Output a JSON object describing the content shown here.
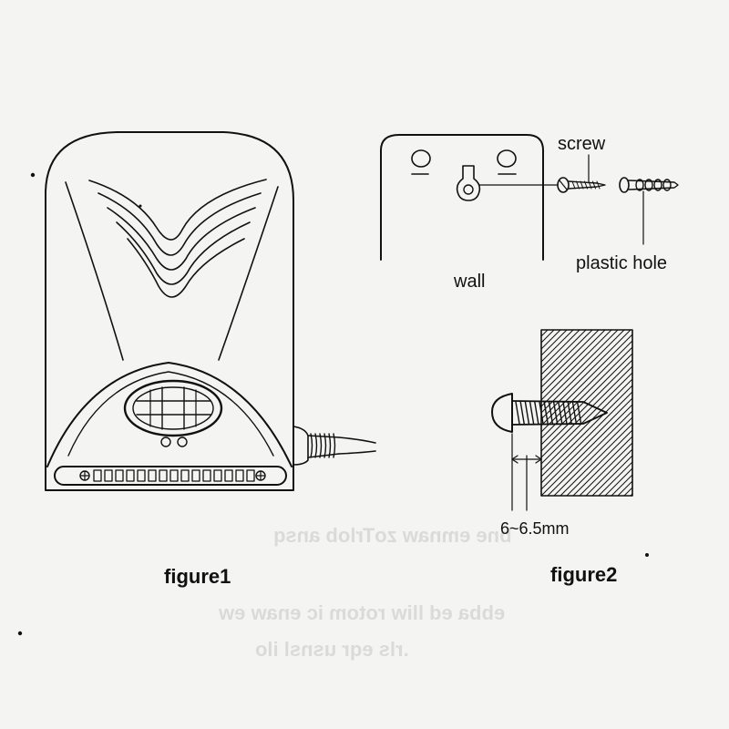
{
  "labels": {
    "screw": "screw",
    "plastic_hole": "plastic hole",
    "wall": "wall",
    "dimension": "6~6.5mm",
    "figure1": "figure1",
    "figure2": "figure2"
  },
  "bleed_lines": [
    "bne emnaw zoTrlob ansq",
    "ebba ed lliw rotom ic enaw ew",
    ".rls eqr usnsl ilo"
  ],
  "colors": {
    "ink": "#111111",
    "paper": "#f4f4f2"
  }
}
